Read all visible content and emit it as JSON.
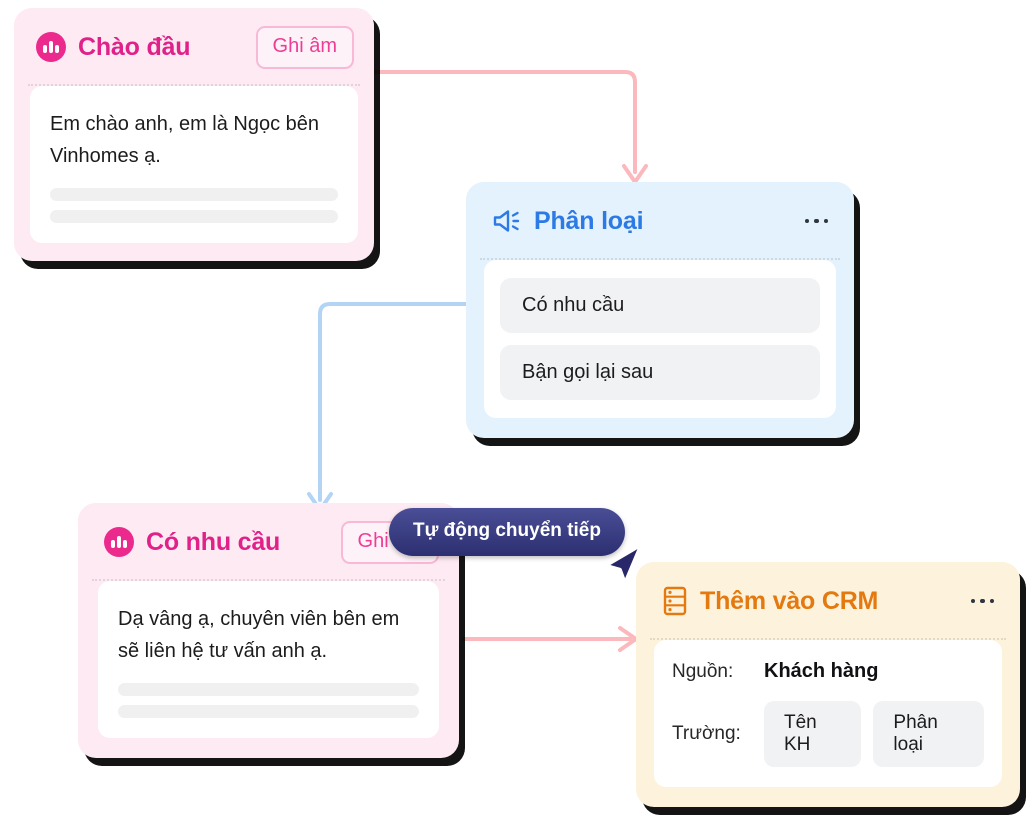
{
  "theme": {
    "pink": "#e0218a",
    "pink_accent": "#ec2a8d",
    "pink_bg": "#fdeaf2",
    "blue": "#2b7ae5",
    "blue_bg": "#e4f2fd",
    "amber": "#e3790f",
    "amber_bg": "#fdf3dd",
    "connector_pink": "#fbb8bd",
    "connector_blue": "#b3d4f5",
    "badge_navy": "#2c2f70",
    "chip_gray": "#f1f2f4"
  },
  "cards": {
    "greeting": {
      "icon": "audio-wave-icon",
      "title": "Chào đầu",
      "action_label": "Ghi âm",
      "transcript": "Em chào anh, em là Ngọc bên Vinhomes ạ.",
      "skeleton_lines": 2
    },
    "classify": {
      "icon": "speaker-icon",
      "title": "Phân loại",
      "menu": "more-options-icon",
      "options": [
        "Có nhu cầu",
        "Bận gọi lại sau"
      ]
    },
    "need": {
      "icon": "audio-wave-icon",
      "title": "Có nhu cầu",
      "action_label": "Ghi âm",
      "transcript": "Dạ vâng ạ, chuyên viên bên em sẽ liên hệ tư vấn anh ạ.",
      "skeleton_lines": 2
    },
    "crm": {
      "icon": "database-rack-icon",
      "title": "Thêm vào CRM",
      "menu": "more-options-icon",
      "rows": [
        {
          "label": "Nguồn:",
          "value": "Khách hàng"
        }
      ],
      "field_row_label": "Trường:",
      "fields": [
        "Tên KH",
        "Phân loại"
      ]
    }
  },
  "badge": {
    "label": "Tự động chuyển tiếp",
    "cursor": "cursor-arrow-icon"
  },
  "connectors": [
    {
      "name": "greeting-to-classify",
      "color": "#fbb8bd"
    },
    {
      "name": "classify-to-need",
      "color": "#b3d4f5"
    },
    {
      "name": "need-to-crm",
      "color": "#fbb8bd"
    }
  ]
}
